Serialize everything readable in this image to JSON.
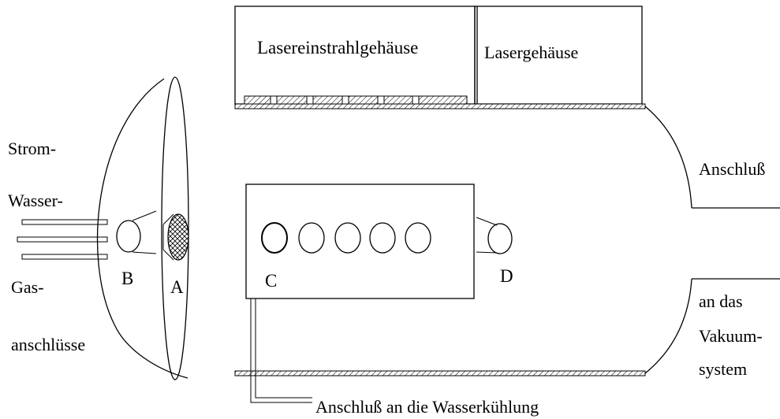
{
  "labels": {
    "laser_inlet_housing": "Lasereinstrahlgehäuse",
    "laser_housing": "Lasergehäuse",
    "strom": "Strom-",
    "wasser": "Wasser-",
    "gas": "Gas-",
    "anschluesse": "anschlüsse",
    "b": "B",
    "a": "A",
    "c": "C",
    "d": "D",
    "anschluss": "Anschluß",
    "an_das": "an das",
    "vakuum": "Vakuum-",
    "system": "system",
    "cooling": "Anschluß an die Wasserkühlung"
  }
}
